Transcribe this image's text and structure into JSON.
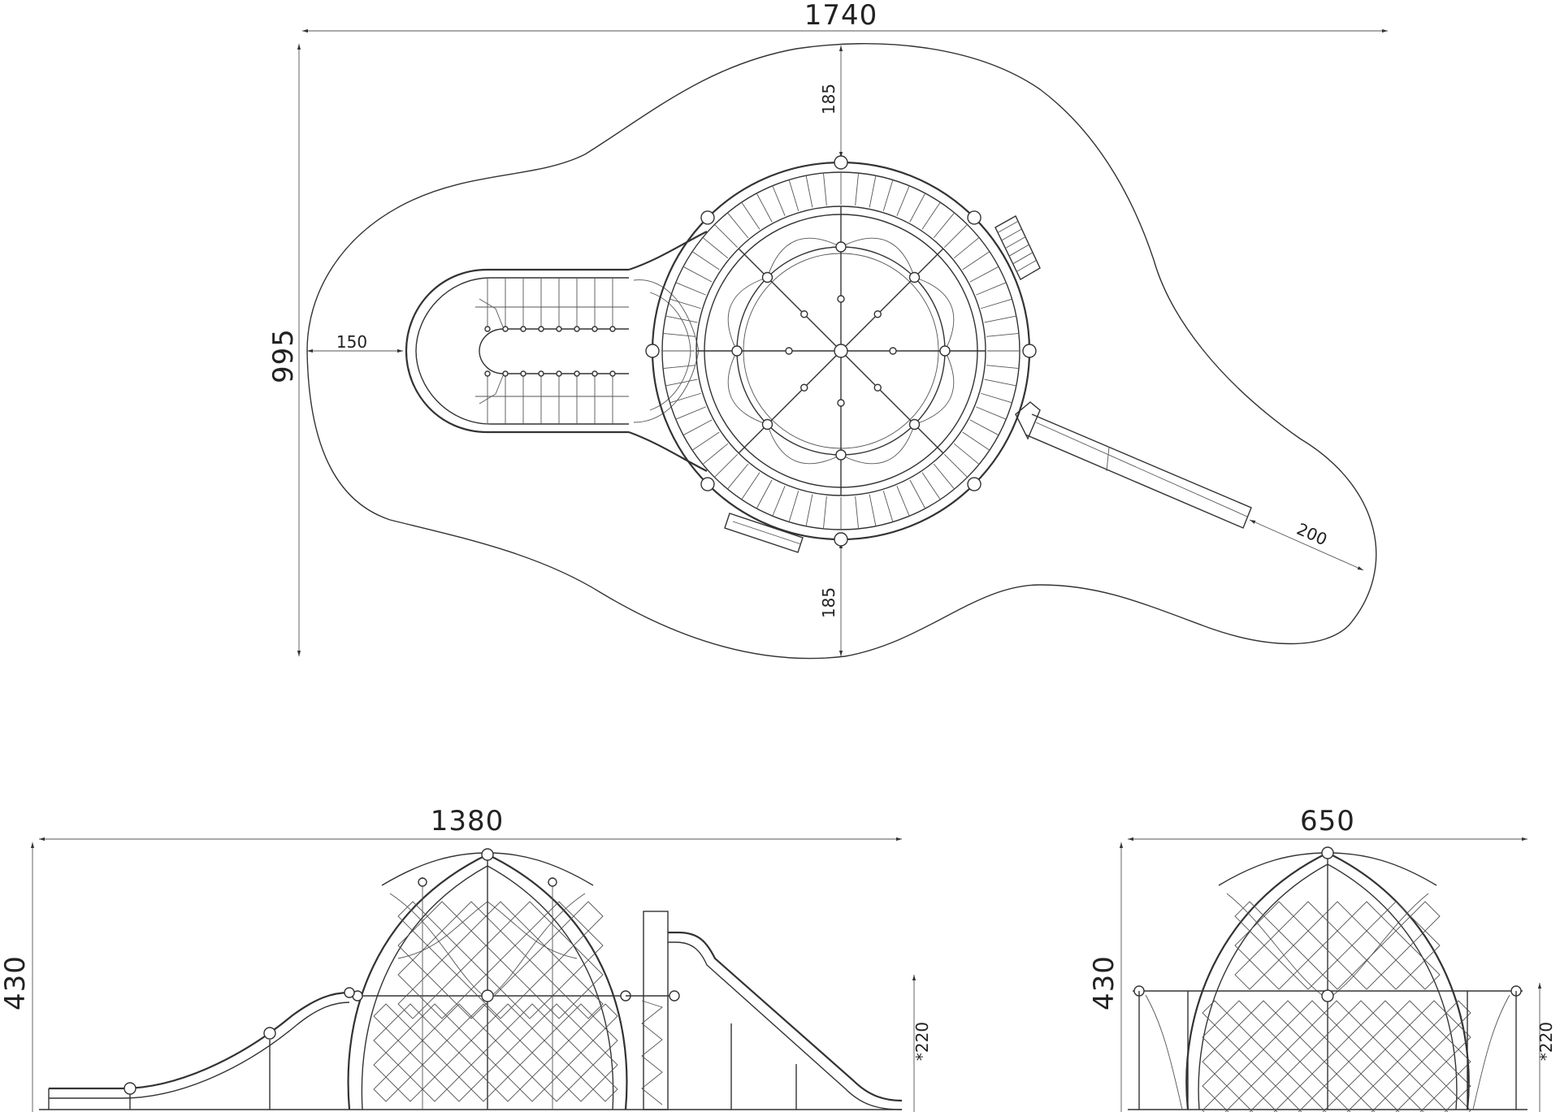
{
  "top_view": {
    "width_label": "1740",
    "depth_label": "995",
    "left_clearance_label": "150",
    "top_clearance_label": "185",
    "bottom_clearance_label": "185",
    "slide_clearance_label": "200"
  },
  "front_view": {
    "width_label": "1380",
    "height_label": "430",
    "platform_height_label": "*220"
  },
  "side_view": {
    "width_label": "650",
    "height_label": "430",
    "platform_height_label": "*220"
  }
}
